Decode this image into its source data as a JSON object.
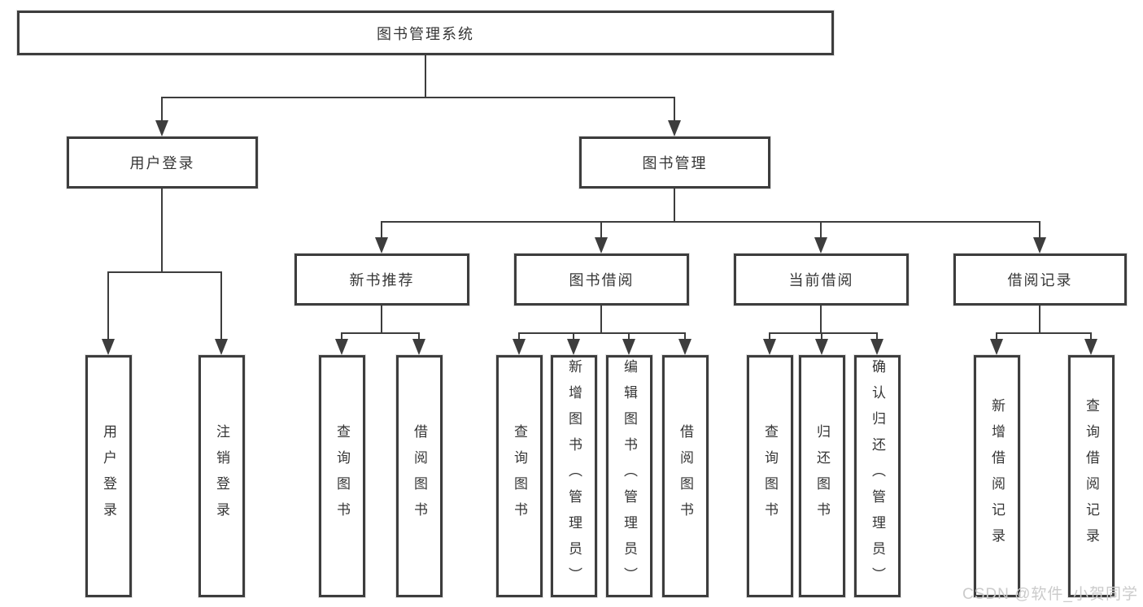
{
  "diagram": {
    "type": "hierarchy-tree",
    "root": {
      "label": "图书管理系统"
    },
    "branches": [
      {
        "label": "用户登录",
        "children": [
          {
            "label": "用户登录"
          },
          {
            "label": "注销登录"
          }
        ]
      },
      {
        "label": "图书管理",
        "children": [
          {
            "label": "新书推荐",
            "children": [
              {
                "label": "查询图书"
              },
              {
                "label": "借阅图书"
              }
            ]
          },
          {
            "label": "图书借阅",
            "children": [
              {
                "label": "查询图书"
              },
              {
                "label": "新增图书（管理员）"
              },
              {
                "label": "编辑图书（管理员）"
              },
              {
                "label": "借阅图书"
              }
            ]
          },
          {
            "label": "当前借阅",
            "children": [
              {
                "label": "查询图书"
              },
              {
                "label": "归还图书"
              },
              {
                "label": "确认归还（管理员）"
              }
            ]
          },
          {
            "label": "借阅记录",
            "children": [
              {
                "label": "新增借阅记录"
              },
              {
                "label": "查询借阅记录"
              }
            ]
          }
        ]
      }
    ]
  },
  "colors": {
    "line": "#3d3d3d",
    "text": "#363636",
    "background": "#ffffff",
    "watermark": "#cbcbcb"
  },
  "watermark": {
    "text": "CSDN @软件_小贺同学"
  }
}
